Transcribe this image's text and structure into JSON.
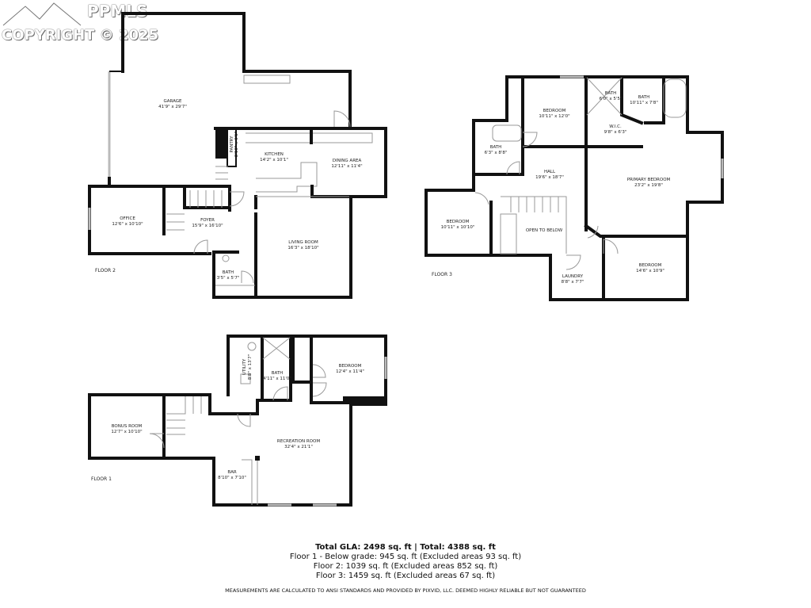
{
  "logo": {
    "brand": "PPMLS",
    "copyright": "COPYRIGHT © 2025"
  },
  "floor2": {
    "label": "FLOOR 2",
    "rooms": [
      {
        "name": "GARAGE",
        "size": "41'9\" x 29'7\""
      },
      {
        "name": "PANTRY",
        "size": "2'10\" x 6'1\""
      },
      {
        "name": "KITCHEN",
        "size": "14'2\" x 10'1\""
      },
      {
        "name": "DINING AREA",
        "size": "12'11\" x 11'4\""
      },
      {
        "name": "OFFICE",
        "size": "12'6\" x 10'10\""
      },
      {
        "name": "FOYER",
        "size": "15'9\" x 16'10\""
      },
      {
        "name": "LIVING ROOM",
        "size": "16'3\" x 18'10\""
      },
      {
        "name": "BATH",
        "size": "3'5\" x 5'7\""
      }
    ]
  },
  "floor3": {
    "label": "FLOOR 3",
    "rooms": [
      {
        "name": "BEDROOM",
        "size": "10'11\" x 12'0\""
      },
      {
        "name": "BATH",
        "size": "6'0\" x 5'5\""
      },
      {
        "name": "BATH",
        "size": "10'11\" x 7'8\""
      },
      {
        "name": "W.I.C.",
        "size": "9'8\" x 6'3\""
      },
      {
        "name": "BATH",
        "size": "6'3\" x 8'8\""
      },
      {
        "name": "HALL",
        "size": "19'6\" x 18'7\""
      },
      {
        "name": "PRIMARY BEDROOM",
        "size": "23'2\" x 19'8\""
      },
      {
        "name": "BEDROOM",
        "size": "10'11\" x 10'10\""
      },
      {
        "name": "OPEN TO BELOW",
        "size": ""
      },
      {
        "name": "LAUNDRY",
        "size": "8'8\" x 7'7\""
      },
      {
        "name": "BEDROOM",
        "size": "14'6\" x 10'9\""
      }
    ]
  },
  "floor1": {
    "label": "FLOOR 1",
    "rooms": [
      {
        "name": "UTILITY",
        "size": "8'8\" x 13'7\""
      },
      {
        "name": "BATH",
        "size": "4'11\" x 11'0\""
      },
      {
        "name": "BEDROOM",
        "size": "12'4\" x 11'4\""
      },
      {
        "name": "BONUS ROOM",
        "size": "12'7\" x 10'10\""
      },
      {
        "name": "RECREATION ROOM",
        "size": "32'4\" x 21'1\""
      },
      {
        "name": "BAR",
        "size": "8'10\" x 7'10\""
      }
    ]
  },
  "summary": {
    "total": "Total GLA: 2498 sq. ft | Total: 4388 sq. ft",
    "lines": [
      "Floor 1 - Below grade: 945 sq. ft (Excluded areas 93 sq. ft)",
      "Floor 2: 1039 sq. ft (Excluded areas 852 sq. ft)",
      "Floor 3: 1459 sq. ft (Excluded areas 67 sq. ft)"
    ],
    "disclaimer": "MEASUREMENTS ARE CALCULATED TO ANSI STANDARDS AND PROVIDED BY PIXVID, LLC. DEEMED HIGHLY RELIABLE BUT NOT GUARANTEED"
  }
}
